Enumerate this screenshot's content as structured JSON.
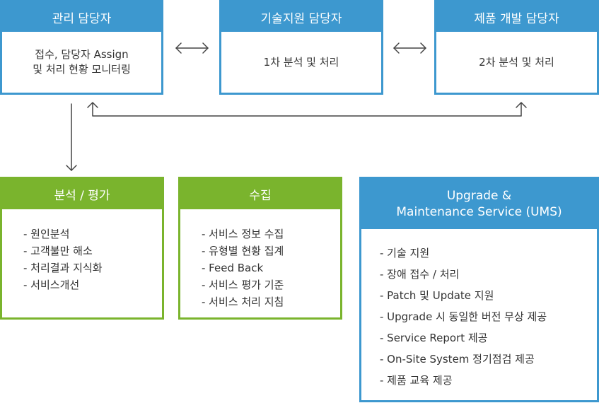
{
  "top": {
    "manager": {
      "title": "관리 담당자",
      "lines": [
        "접수, 담당자 Assign",
        "및 처리 현황 모니터링"
      ]
    },
    "tech": {
      "title": "기술지원 담당자",
      "lines": [
        "1차 분석 및 처리"
      ]
    },
    "dev": {
      "title": "제품 개발 담당자",
      "lines": [
        "2차 분석 및 처리"
      ]
    }
  },
  "bottom": {
    "analysis": {
      "title": "분석 / 평가",
      "items": [
        "- 원인분석",
        "- 고객불만 해소",
        "- 처리결과 지식화",
        "- 서비스개선"
      ]
    },
    "collect": {
      "title": "수집",
      "items": [
        "- 서비스 정보 수집",
        "- 유형별 현황 집계",
        "- Feed Back",
        "- 서비스 평가 기준",
        "- 서비스 처리 지침"
      ]
    },
    "ums": {
      "title_lines": [
        "Upgrade &",
        "Maintenance Service (UMS)"
      ],
      "items": [
        "- 기술 지원",
        "- 장애 접수 / 처리",
        "- Patch 및 Update 지원",
        "- Upgrade 시 동일한 버전 무상 제공",
        "- Service Report 제공",
        "- On-Site System 정기점검 제공",
        "- 제품 교육 제공"
      ]
    }
  },
  "colors": {
    "blue": "#3d98cf",
    "green": "#7ab42d",
    "arrow": "#444444"
  }
}
